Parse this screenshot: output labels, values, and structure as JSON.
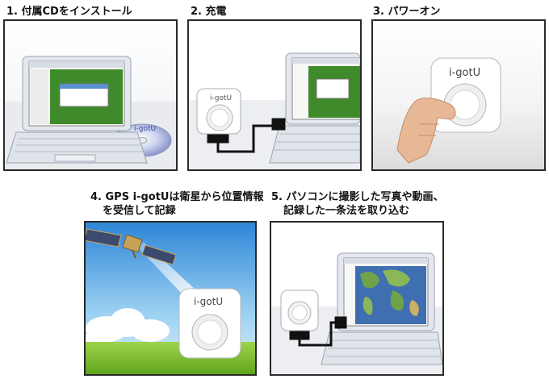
{
  "steps": [
    {
      "number": "1.",
      "text": "付属CDをインストール"
    },
    {
      "number": "2.",
      "text": "充電"
    },
    {
      "number": "3.",
      "text": "パワーオン"
    },
    {
      "number": "4.",
      "text_line1": "GPS i-gotUは衛星から位置情報",
      "text_line2": "を受信して記録"
    },
    {
      "number": "5.",
      "text_line1": "パソコンに撮影した写真や動画、",
      "text_line2": "記録した一条法を取り込む"
    }
  ],
  "device": {
    "brand": "i-gotU"
  },
  "icons": [
    "laptop-icon",
    "cd-icon",
    "gps-logger-icon",
    "cable-icon",
    "hand-icon",
    "satellite-icon",
    "cloud-icon",
    "world-map-icon"
  ],
  "colors": {
    "border": "#2a2a2a",
    "screen_green": "#3f8a2a",
    "sky_top": "#2e86d6",
    "grass": "#7cc232",
    "laptop": "#e4e8ee"
  }
}
